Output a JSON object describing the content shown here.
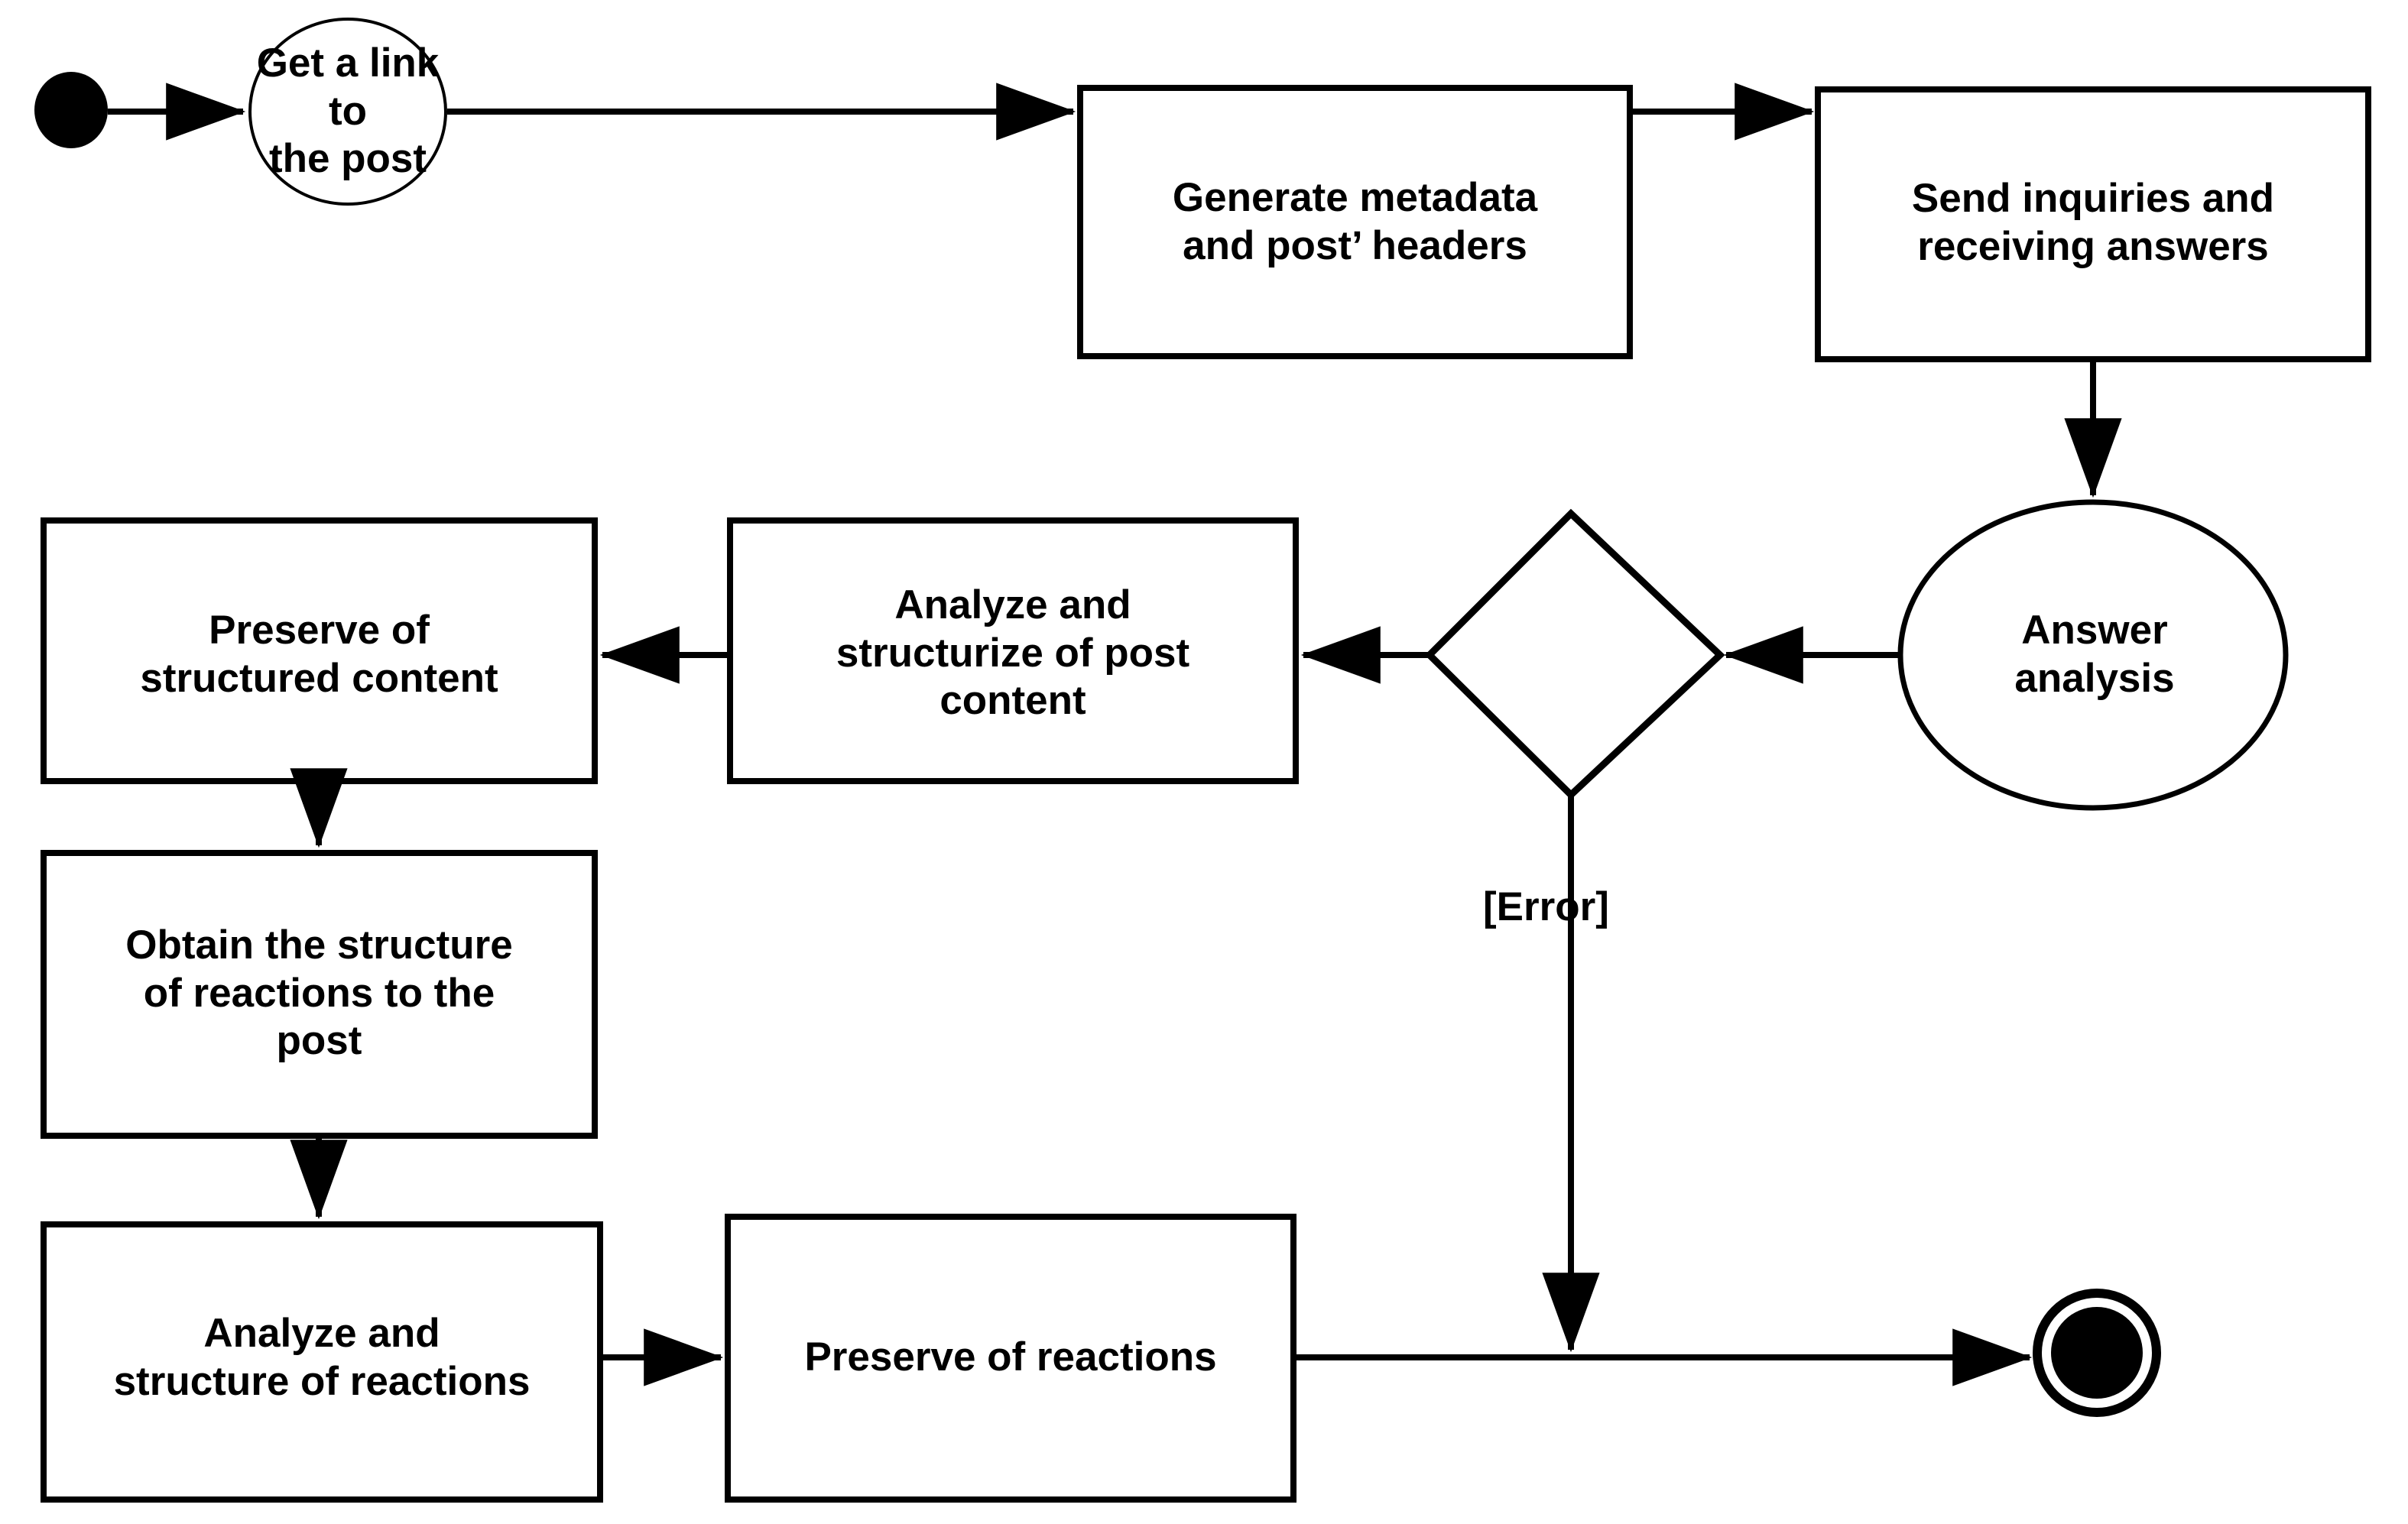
{
  "diagram": {
    "type": "uml-activity-diagram",
    "title": "Post collection and analysis activity flow",
    "background_color": "#ffffff",
    "stroke_color": "#000000",
    "text_color": "#000000",
    "nodes": [
      {
        "id": "start",
        "kind": "initial-node",
        "label": "",
        "shape": "filled-circle"
      },
      {
        "id": "get-link",
        "kind": "activity-state",
        "label": "Get a link to\nthe post",
        "shape": "ellipse"
      },
      {
        "id": "generate-metadata",
        "kind": "action",
        "label": "Generate metadata\nand post’ headers",
        "shape": "rectangle"
      },
      {
        "id": "send-inquiries",
        "kind": "action",
        "label": "Send inquiries and\nreceiving answers",
        "shape": "rectangle"
      },
      {
        "id": "answer-analysis",
        "kind": "activity-state",
        "label": "Answer\nanalysis",
        "shape": "ellipse"
      },
      {
        "id": "decision",
        "kind": "decision-node",
        "label": "",
        "shape": "diamond"
      },
      {
        "id": "analyze-post-content",
        "kind": "action",
        "label": "Analyze and\nstructurize of post\ncontent",
        "shape": "rectangle"
      },
      {
        "id": "preserve-structured-content",
        "kind": "action",
        "label": "Preserve of\nstructured content",
        "shape": "rectangle"
      },
      {
        "id": "obtain-reaction-structure",
        "kind": "action",
        "label": "Obtain the structure\nof reactions to the\npost",
        "shape": "rectangle"
      },
      {
        "id": "analyze-reactions",
        "kind": "action",
        "label": "Analyze and\nstructure of reactions",
        "shape": "rectangle"
      },
      {
        "id": "preserve-reactions",
        "kind": "action",
        "label": "Preserve of reactions",
        "shape": "rectangle"
      },
      {
        "id": "end",
        "kind": "final-node",
        "label": "",
        "shape": "ringed-filled-circle"
      }
    ],
    "edges": [
      {
        "from": "start",
        "to": "get-link",
        "label": ""
      },
      {
        "from": "get-link",
        "to": "generate-metadata",
        "label": ""
      },
      {
        "from": "generate-metadata",
        "to": "send-inquiries",
        "label": ""
      },
      {
        "from": "send-inquiries",
        "to": "answer-analysis",
        "label": ""
      },
      {
        "from": "answer-analysis",
        "to": "decision",
        "label": ""
      },
      {
        "from": "decision",
        "to": "analyze-post-content",
        "label": ""
      },
      {
        "from": "analyze-post-content",
        "to": "preserve-structured-content",
        "label": ""
      },
      {
        "from": "preserve-structured-content",
        "to": "obtain-reaction-structure",
        "label": ""
      },
      {
        "from": "obtain-reaction-structure",
        "to": "analyze-reactions",
        "label": ""
      },
      {
        "from": "analyze-reactions",
        "to": "preserve-reactions",
        "label": ""
      },
      {
        "from": "preserve-reactions",
        "to": "end",
        "label": ""
      },
      {
        "from": "decision",
        "to": "end",
        "label": "[Error]"
      }
    ],
    "edge_labels": {
      "error_guard": "[Error]"
    }
  }
}
